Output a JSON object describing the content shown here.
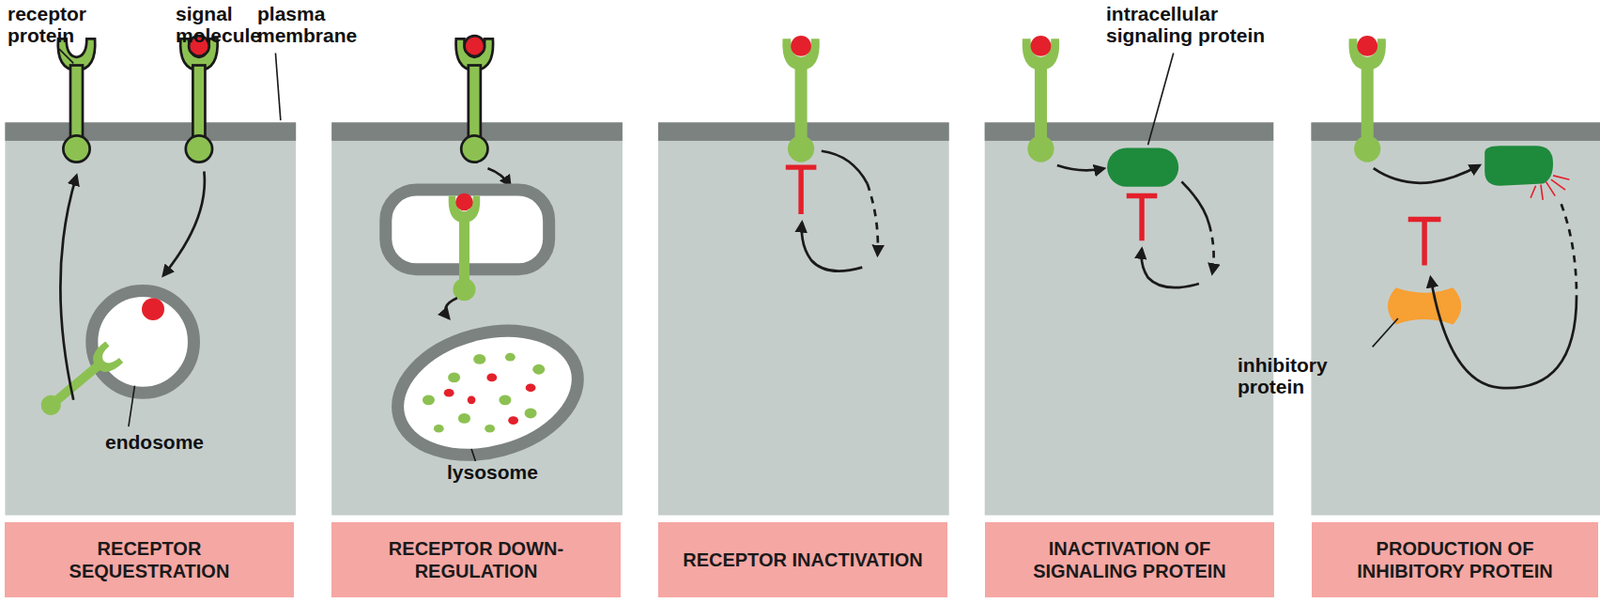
{
  "diagram": {
    "nodes": [
      {
        "text": [
          "RECEPTOR SEQUESTRATION"
        ]
      },
      {
        "text": [
          "RECEPTOR DOWN-REGULATION"
        ]
      },
      {
        "text": [
          "RECEPTOR INACTIVATION"
        ]
      },
      {
        "text": [
          "INACTIVATION OF SIGNALING PROTEIN"
        ]
      },
      {
        "text": [
          "PRODUCTION OF INHIBITORY PROTEIN"
        ]
      }
    ],
    "labels": [
      "receptor protein",
      "signal molecule",
      "plasma membrane",
      "endosome",
      "lysosome",
      "intracellular signaling protein",
      "inhibitory protein"
    ]
  }
}
